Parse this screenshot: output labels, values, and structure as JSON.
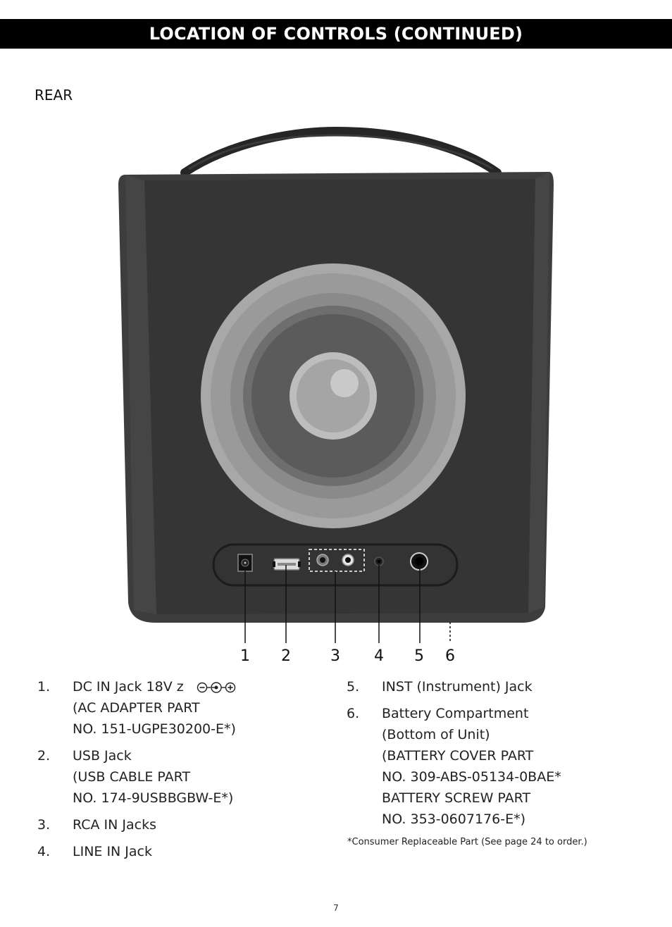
{
  "header": {
    "title": "LOCATION OF CONTROLS (CONTINUED)"
  },
  "section": {
    "label": "REAR"
  },
  "figure": {
    "callouts": [
      "1",
      "2",
      "3",
      "4",
      "5",
      "6"
    ]
  },
  "items_left": [
    {
      "number": "1.",
      "lines": [
        "DC IN Jack 18V z",
        "(AC ADAPTER PART",
        "NO. 151-UGPE30200-E*)"
      ],
      "icon": "dc-polarity-icon"
    },
    {
      "number": "2.",
      "lines": [
        "USB Jack",
        "(USB CABLE PART",
        "NO. 174-9USBBGBW-E*)"
      ]
    },
    {
      "number": "3.",
      "lines": [
        "RCA IN Jacks"
      ]
    },
    {
      "number": "4.",
      "lines": [
        "LINE IN Jack"
      ]
    }
  ],
  "items_right": [
    {
      "number": "5.",
      "lines": [
        "INST (Instrument) Jack"
      ]
    },
    {
      "number": "6.",
      "lines": [
        "Battery Compartment",
        "(Bottom of Unit)",
        "(BATTERY COVER PART",
        "NO. 309-ABS-05134-0BAE*",
        "BATTERY SCREW PART",
        "NO. 353-0607176-E*)"
      ]
    }
  ],
  "footnote": "*Consumer Replaceable Part (See page 24 to order.)",
  "page": {
    "number": "7"
  }
}
